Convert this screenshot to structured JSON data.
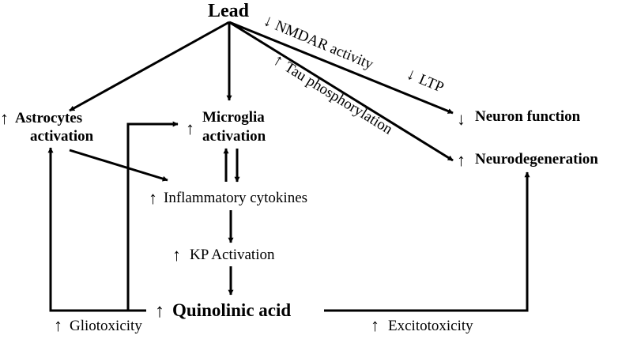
{
  "nodes": {
    "lead": "Lead",
    "astro_1": "Astrocytes",
    "astro_2": "activation",
    "micro_1": "Microglia",
    "micro_2": "activation",
    "cytokines": "Inflammatory cytokines",
    "kp": "KP Activation",
    "quinolinic": "Quinolinic acid",
    "neuron_function": "Neuron function",
    "neurodegeneration": "Neurodegeneration"
  },
  "edge_labels": {
    "nmdar": "NMDAR activity",
    "ltp": "LTP",
    "tau": "Tau phosphorylation",
    "gliotoxicity": "Gliotoxicity",
    "excitotoxicity": "Excitotoxicity"
  },
  "symbols": {
    "up": "↑",
    "down": "↓"
  }
}
